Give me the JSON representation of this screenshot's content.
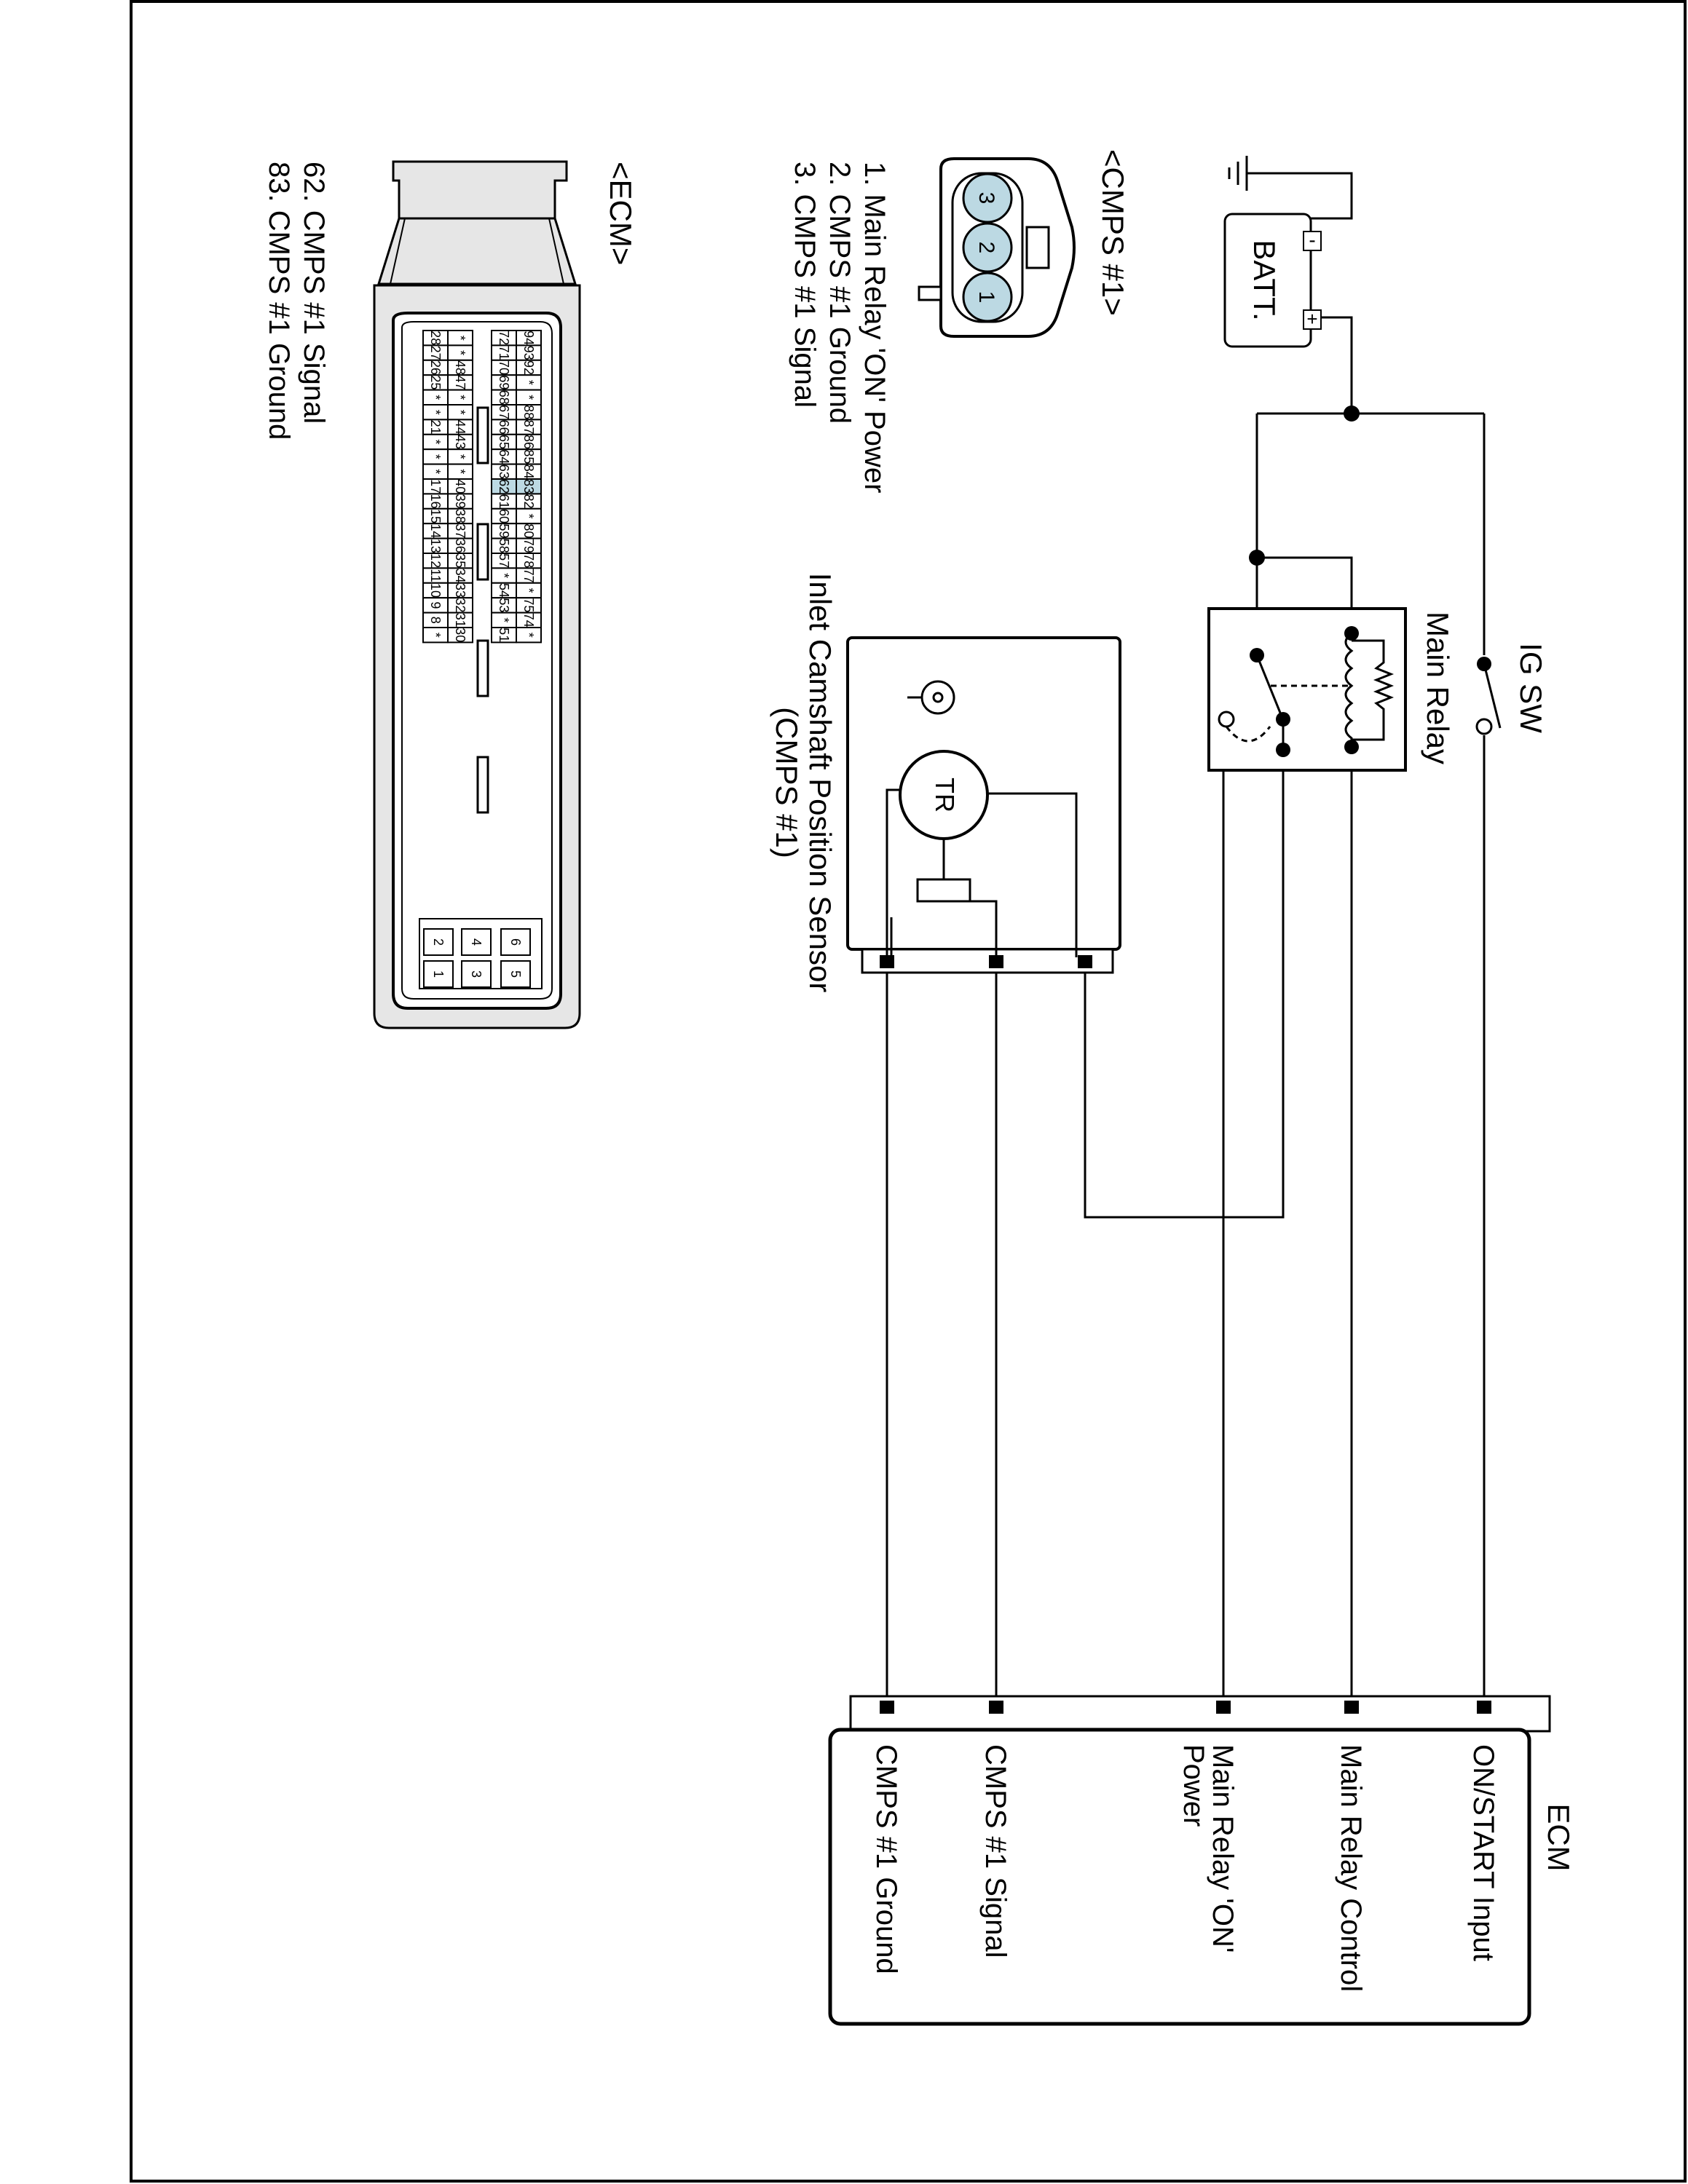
{
  "battery": {
    "label": "BATT.",
    "neg": "-",
    "pos": "+"
  },
  "ig_switch": {
    "label": "IG SW"
  },
  "main_relay": {
    "label": "Main Relay"
  },
  "sensor": {
    "label_line1": "Inlet Camshaft Position Sensor",
    "label_line2": "(CMPS #1)",
    "tr_label": "TR"
  },
  "ecm_block": {
    "title": "ECM",
    "pins": [
      "ON/START Input",
      "Main Relay Control",
      "Main Relay 'ON'",
      "Power",
      "CMPS #1 Signal",
      "CMPS #1 Ground"
    ]
  },
  "cmps_connector": {
    "title": "<CMPS #1>",
    "pins": [
      "3",
      "2",
      "1"
    ],
    "legend": [
      "1. Main Relay 'ON' Power",
      "2. CMPS #1 Ground",
      "3. CMPS #1 Signal"
    ]
  },
  "ecm_connector": {
    "title": "<ECM>",
    "legend": [
      "62. CMPS #1 Signal",
      "83. CMPS #1 Ground"
    ],
    "row1": [
      "94",
      "93",
      "92",
      "*",
      "*",
      "88",
      "87",
      "86",
      "85",
      "84",
      "83",
      "82",
      "*",
      "80",
      "79",
      "78",
      "77",
      "*",
      "75",
      "74",
      "*"
    ],
    "row2": [
      "72",
      "71",
      "70",
      "69",
      "68",
      "67",
      "66",
      "65",
      "64",
      "63",
      "62",
      "61",
      "60",
      "59",
      "58",
      "57",
      "*",
      "54",
      "53",
      "*",
      "51"
    ],
    "row3": [
      "*",
      "*",
      "48",
      "47",
      "*",
      "*",
      "44",
      "43",
      "*",
      "*",
      "40",
      "39",
      "38",
      "37",
      "36",
      "35",
      "34",
      "33",
      "32",
      "31",
      "30"
    ],
    "row4": [
      "28",
      "27",
      "26",
      "25",
      "*",
      "*",
      "21",
      "*",
      "*",
      "*",
      "17",
      "16",
      "15",
      "14",
      "13",
      "12",
      "11",
      "10",
      "9",
      "8",
      "*"
    ],
    "small_block": [
      "6",
      "5",
      "4",
      "3",
      "2",
      "1"
    ],
    "highlight": [
      "62",
      "83"
    ],
    "highlight_color": "#bcd9e3"
  }
}
